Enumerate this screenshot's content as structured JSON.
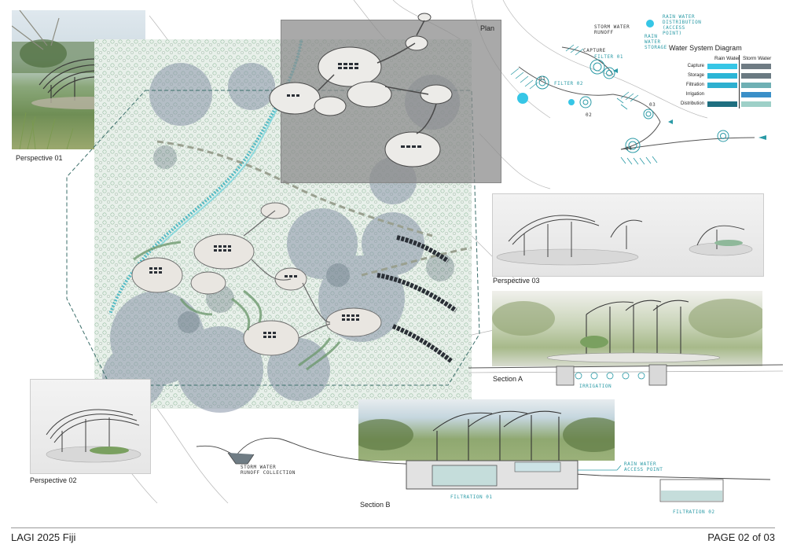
{
  "labels": {
    "perspective_01": "Perspective 01",
    "perspective_02": "Perspective 02",
    "perspective_03": "Perspective 03",
    "plan": "Plan",
    "section_a": "Section A",
    "section_b": "Section B"
  },
  "annotations": {
    "storm_water_runoff": "STORM WATER RUNOFF",
    "rain_water_distribution": "RAIN WATER DISTRIBUTION (ACCESS POINT)",
    "rain_water_storage": "RAIN WATER STORAGE",
    "capture": "CAPTURE",
    "filter_01": "FILTER 01",
    "filter_02": "FILTER 02",
    "n01": "01",
    "n02": "02",
    "n03": "03",
    "n04": "04",
    "irrigation": "IRRIGATION",
    "storm_water_runoff_collection": "STORM WATER RUNOFF COLLECTION",
    "rain_water_access_point": "RAIN WATER ACCESS POINT",
    "filtration_01": "FILTRATION 01",
    "filtration_02": "FILTRATION 02"
  },
  "water_system": {
    "title": "Water System Diagram",
    "col_rain": "Rain Water",
    "col_storm": "Storm Water",
    "rows": [
      {
        "name": "Capture",
        "rain": "#36c6e6",
        "storm": "#6f7c84"
      },
      {
        "name": "Storage",
        "rain": "#2bb5d6",
        "storm": "#6a7a82"
      },
      {
        "name": "Filtration",
        "rain": "#2eb0d0",
        "storm": "#6fb0b4"
      },
      {
        "name": "Irrigation",
        "rain": "#ffffff",
        "storm": "#3a8fc8"
      },
      {
        "name": "Distribution",
        "rain": "#1f6f80",
        "storm": "#9ed0c8"
      }
    ]
  },
  "footer": {
    "left": "LAGI 2025 Fiji",
    "right": "PAGE 02 of 03"
  },
  "colors": {
    "teal_accent": "#2a9aa6",
    "vegetation_green": "#8fb89a",
    "vegetation_grey": "#8895a8",
    "plan_box": "#9a9a9a"
  }
}
